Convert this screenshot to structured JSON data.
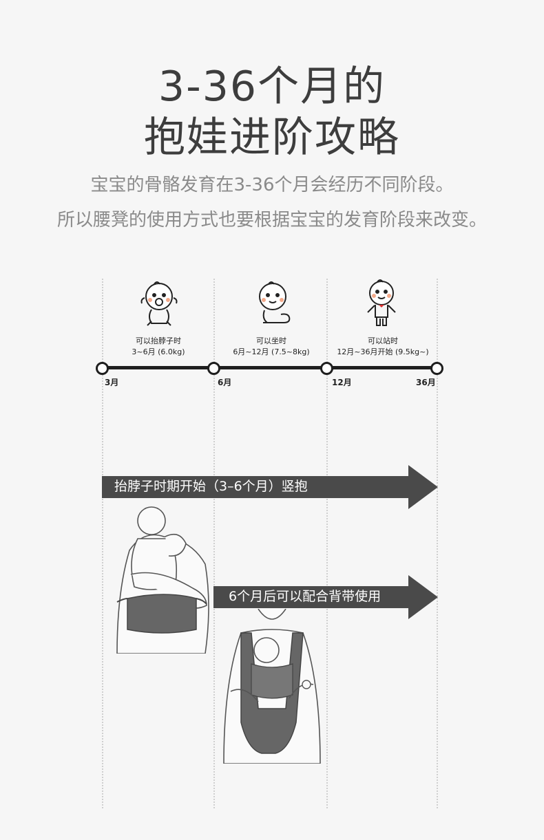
{
  "heading": {
    "line1": "3-36个月的",
    "line2": "抱娃进阶攻略"
  },
  "intro": {
    "line1": "宝宝的骨骼发育在3-36个月会经历不同阶段。",
    "line2": "所以腰凳的使用方式也要根据宝宝的发育阶段来改变。"
  },
  "timeline": {
    "months": [
      "3月",
      "6月",
      "12月",
      "36月"
    ],
    "stages": [
      {
        "title": "可以抬脖子时",
        "detail": "3~6月 (6.0kg)",
        "icon": "baby-head-icon"
      },
      {
        "title": "可以坐时",
        "detail": "6月~12月 (7.5~8kg)",
        "icon": "baby-sitting-icon"
      },
      {
        "title": "可以站时",
        "detail": "12月~36月开始 (9.5kg~)",
        "icon": "baby-standing-icon"
      }
    ]
  },
  "arrows": {
    "upright": "抬脖子时期开始（3–6个月）竖抱",
    "carrier": "6个月后可以配合背带使用"
  },
  "colors": {
    "background": "#f6f6f6",
    "arrow": "#4a4a4a",
    "timeline": "#1e1e1e"
  }
}
